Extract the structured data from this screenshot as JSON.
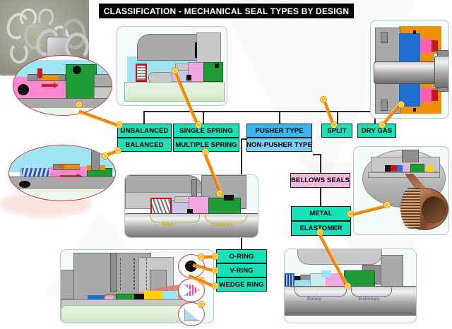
{
  "header": {
    "title": "CLASSIFICATION - MECHANICAL SEAL TYPES BY DESIGN"
  },
  "classification_boxes": [
    {
      "id": "unbalanced",
      "label": "UNBALANCED",
      "color": "#18e0b8",
      "group": "balance"
    },
    {
      "id": "balanced",
      "label": "BALANCED",
      "color": "#18e0b8",
      "group": "balance"
    },
    {
      "id": "single-spring",
      "label": "SINGLE SPRING",
      "color": "#18e0b8",
      "group": "spring"
    },
    {
      "id": "multiple-spring",
      "label": "MULTIPLE SPRING",
      "color": "#18e0b8",
      "group": "spring"
    },
    {
      "id": "pusher-type",
      "label": "PUSHER TYPE",
      "color": "#38b6ef",
      "group": "pusher"
    },
    {
      "id": "non-pusher-type",
      "label": "NON-PUSHER TYPE",
      "color": "#79cdf6",
      "group": "pusher"
    },
    {
      "id": "split",
      "label": "SPLIT",
      "color": "#18e0b8",
      "group": "split"
    },
    {
      "id": "dry-gas",
      "label": "DRY GAS",
      "color": "#18e0b8",
      "group": "drygas"
    },
    {
      "id": "bellows-seals",
      "label": "BELLOWS SEALS",
      "color": "#f4b8e0",
      "group": "bellows"
    },
    {
      "id": "metal",
      "label": "METAL",
      "color": "#18e0b8",
      "group": "bellows-sub"
    },
    {
      "id": "elastomer",
      "label": "ELASTOMER",
      "color": "#18e0b8",
      "group": "bellows-sub"
    },
    {
      "id": "o-ring",
      "label": "O-RING",
      "color": "#18e0b8",
      "group": "secondary-seal"
    },
    {
      "id": "v-ring",
      "label": "V-RING",
      "color": "#18e0b8",
      "group": "secondary-seal"
    },
    {
      "id": "wedge-ring",
      "label": "WEDGE RING",
      "color": "#18e0b8",
      "group": "secondary-seal"
    }
  ],
  "labels": {
    "unbalanced": "UNBALANCED",
    "balanced": "BALANCED",
    "single_spring": "SINGLE SPRING",
    "multiple_spring": "MULTIPLE SPRING",
    "pusher_type": "PUSHER TYPE",
    "non_pusher_type": "NON-PUSHER TYPE",
    "split": "SPLIT",
    "dry_gas": "DRY GAS",
    "bellows_seals": "BELLOWS SEALS",
    "metal": "METAL",
    "elastomer": "ELASTOMER",
    "o_ring": "O-RING",
    "v_ring": "V-RING",
    "wedge_ring": "WEDGE RING"
  },
  "figure_annotations": {
    "rotary": "Rotary",
    "stationary": "Stationary"
  },
  "figures": [
    {
      "id": "unbalanced-detail",
      "shape": "ellipse",
      "caption": ""
    },
    {
      "id": "balanced-detail",
      "shape": "ellipse",
      "caption": ""
    },
    {
      "id": "spring-seal-photo",
      "shape": "panel",
      "caption": ""
    },
    {
      "id": "split-seal-photo",
      "shape": "panel",
      "caption": ""
    },
    {
      "id": "dry-gas-seal-photo",
      "shape": "panel",
      "caption": ""
    },
    {
      "id": "pusher-seal-photo",
      "shape": "panel",
      "caption": ""
    },
    {
      "id": "bellows-seal-photo",
      "shape": "panel",
      "caption": ""
    },
    {
      "id": "secondary-seal-photo",
      "shape": "panel",
      "caption": ""
    },
    {
      "id": "non-pusher-seal-photo",
      "shape": "panel",
      "caption": ""
    }
  ],
  "colors": {
    "title_bg": "#000000",
    "title_fg": "#ffffff",
    "teal": "#18e0b8",
    "blue_dark": "#38b6ef",
    "blue_light": "#79cdf6",
    "pink": "#f4b8e0",
    "leader_line": "#ff8a00",
    "leader_dot": "#ffc21f",
    "ellipse_border": "#c0302b",
    "connector": "#2b2b2b",
    "background": "#ffffff"
  }
}
